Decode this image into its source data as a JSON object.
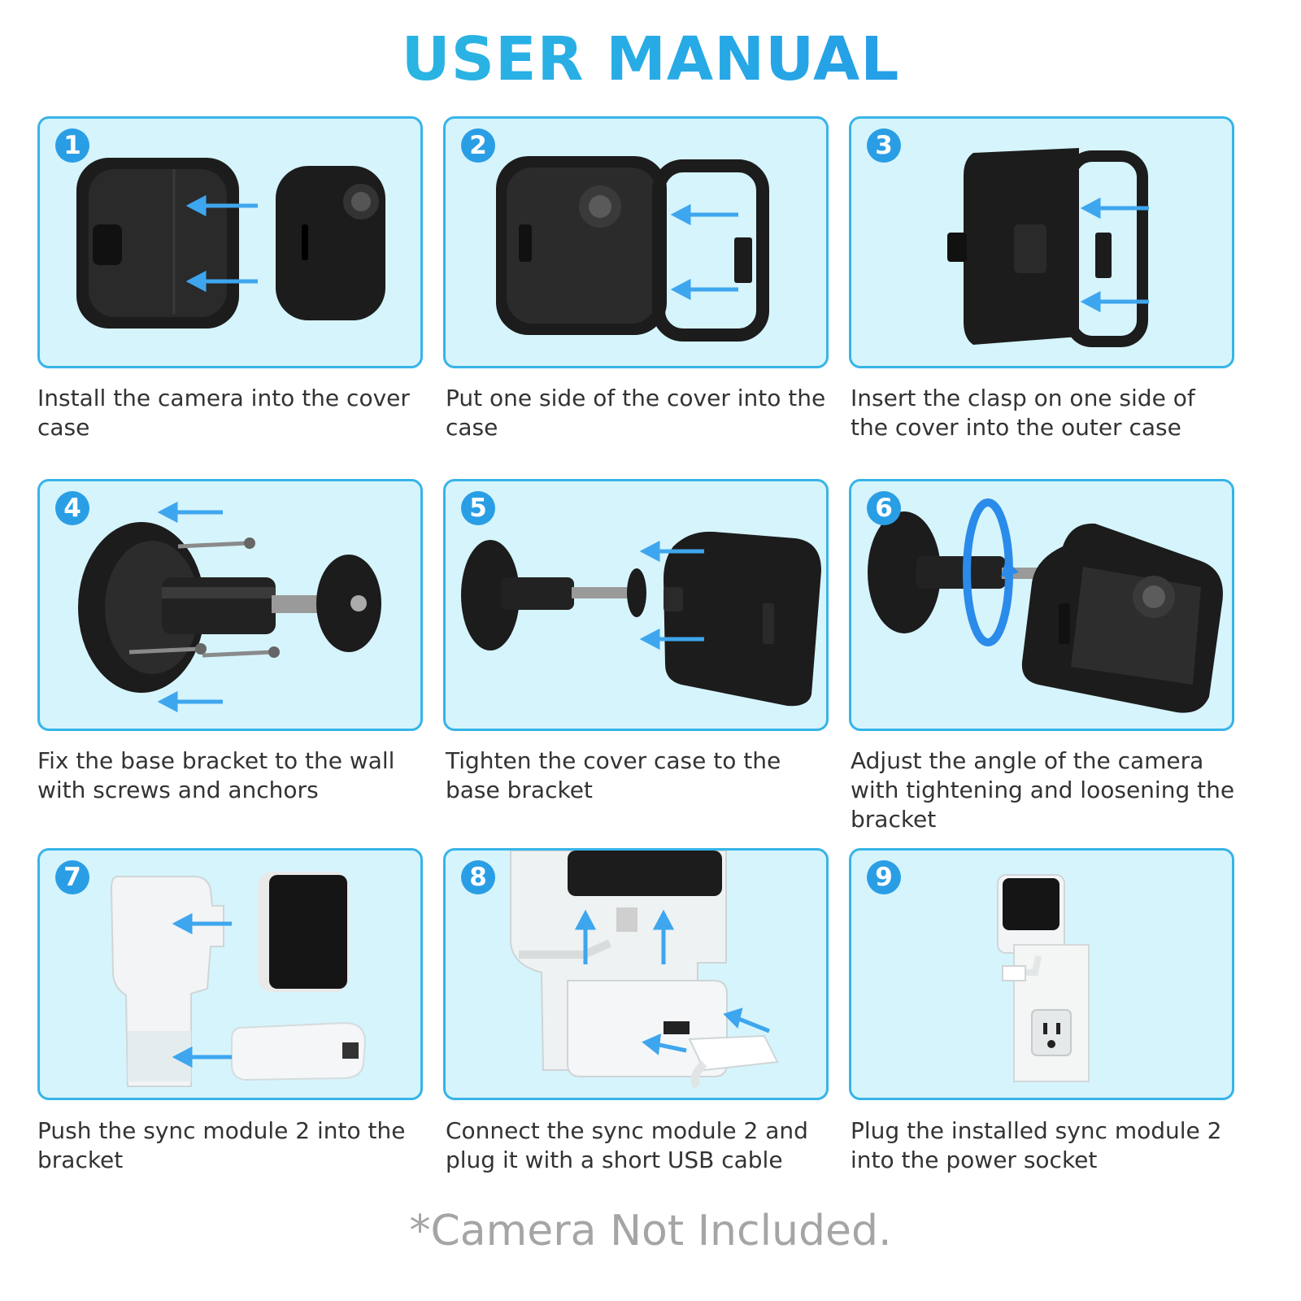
{
  "title": "USER MANUAL",
  "accent_color": "#2a9ee5",
  "panel_background": "#d6f4fc",
  "steps": [
    {
      "number": "1",
      "caption": "Install the camera into the cover case",
      "illustration": "camera-into-cover-case"
    },
    {
      "number": "2",
      "caption": "Put one side of the cover into the case",
      "illustration": "cover-into-case"
    },
    {
      "number": "3",
      "caption": "Insert the clasp on one side of the cover into the outer case",
      "illustration": "clasp-into-outer-case"
    },
    {
      "number": "4",
      "caption": "Fix the base bracket to the wall with screws and anchors",
      "illustration": "bracket-with-screws"
    },
    {
      "number": "5",
      "caption": "Tighten the cover case to the base bracket",
      "illustration": "case-to-bracket"
    },
    {
      "number": "6",
      "caption": "Adjust the angle of the camera with tightening and loosening the bracket",
      "illustration": "adjust-camera-angle"
    },
    {
      "number": "7",
      "caption": "Push the sync module 2 into the bracket",
      "illustration": "sync-module-into-bracket"
    },
    {
      "number": "8",
      "caption": "Connect the sync module 2 and plug it with a short USB cable",
      "illustration": "usb-cable-connection"
    },
    {
      "number": "9",
      "caption": "Plug the installed sync module 2 into the power socket",
      "illustration": "plug-into-socket"
    }
  ],
  "footnote": "*Camera Not Included."
}
